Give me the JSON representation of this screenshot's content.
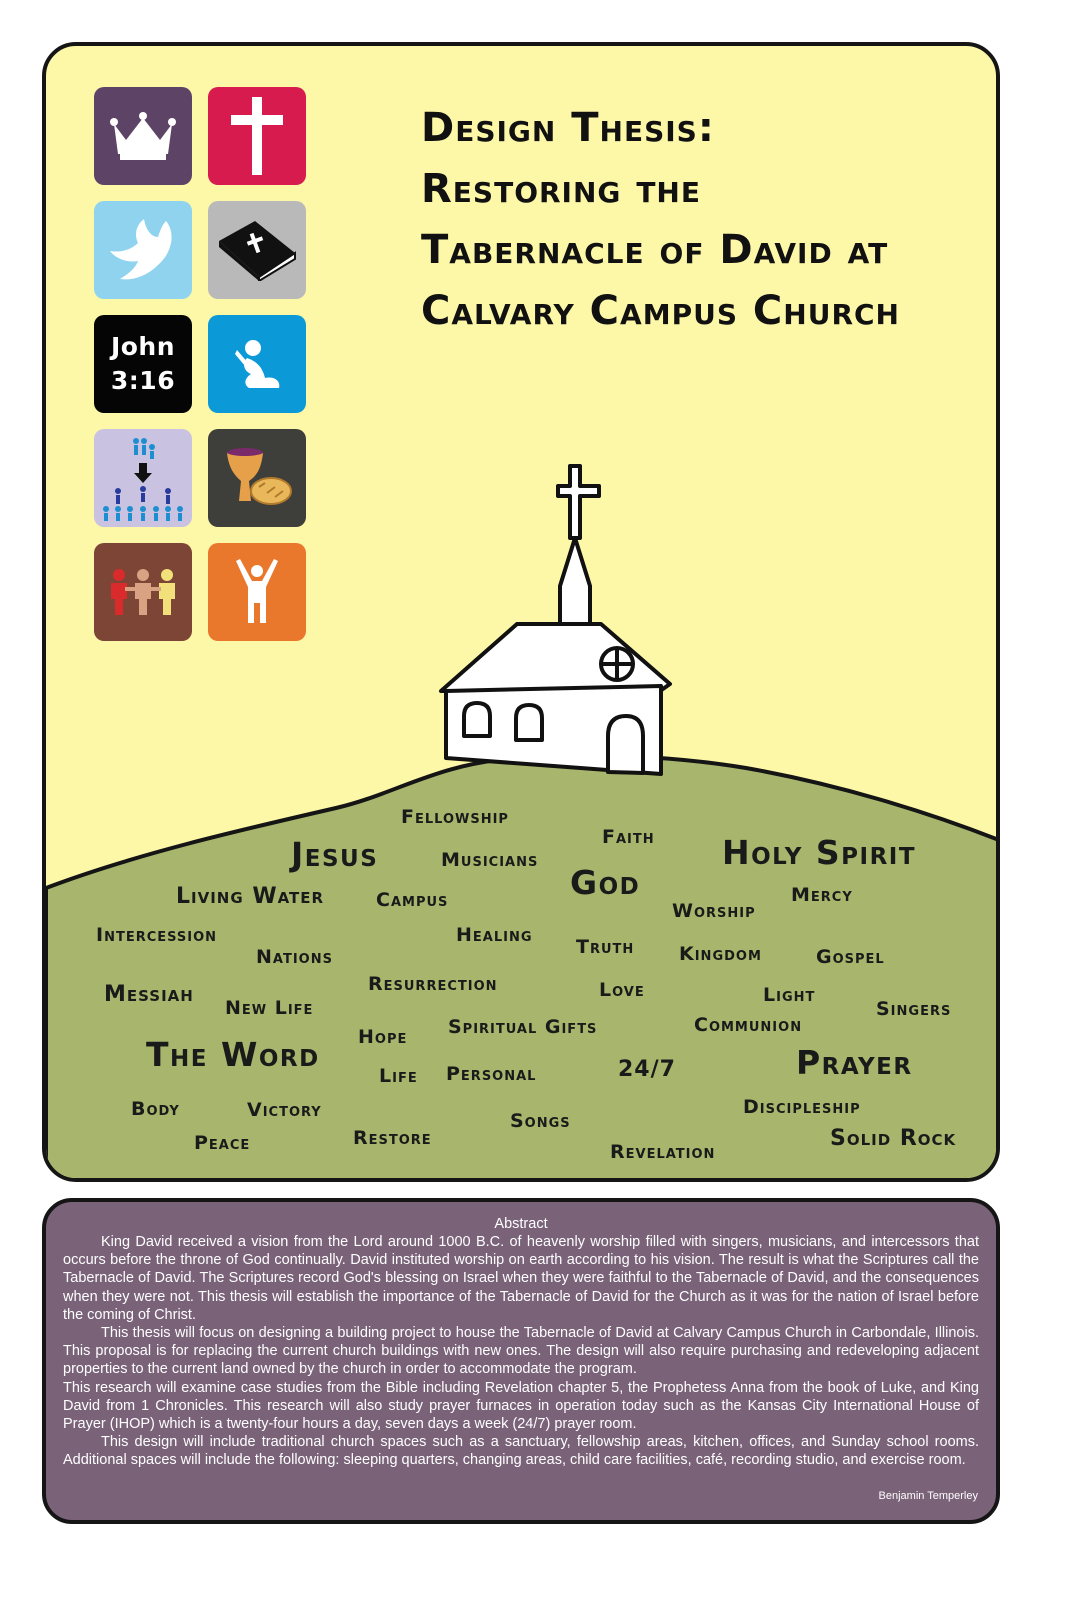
{
  "title": {
    "line1": "Design Thesis:",
    "line2": "Restoring the",
    "line3": "Tabernacle of David at",
    "line4": "Calvary Campus Church"
  },
  "icons": [
    {
      "name": "crown-icon",
      "bg": "#5d4466"
    },
    {
      "name": "cross-icon",
      "bg": "#d81b4f"
    },
    {
      "name": "dove-icon",
      "bg": "#8fd3ef"
    },
    {
      "name": "bible-icon",
      "bg": "#b9b9b9"
    },
    {
      "name": "john-316-tile",
      "bg": "#050505",
      "line1": "John",
      "line2": "3:16"
    },
    {
      "name": "praying-person-icon",
      "bg": "#0b9ad7"
    },
    {
      "name": "people-multiplying-icon",
      "bg": "#c9c3e1"
    },
    {
      "name": "communion-cup-bread-icon",
      "bg": "#3e3f3a"
    },
    {
      "name": "three-people-icon",
      "bg": "#7c4536"
    },
    {
      "name": "raised-hands-person-icon",
      "bg": "#e9782c"
    }
  ],
  "colors": {
    "sky": "#fdf7a8",
    "hill": "#a8b56c",
    "abstract_bg": "#7a6279",
    "border": "#151515"
  },
  "words": {
    "fellowship": "Fellowship",
    "faith": "Faith",
    "jesus": "Jesus",
    "musicians": "Musicians",
    "god": "God",
    "holy_spirit": "Holy Spirit",
    "living_water": "Living Water",
    "campus": "Campus",
    "worship": "Worship",
    "mercy": "Mercy",
    "intercession": "Intercession",
    "healing": "Healing",
    "truth": "Truth",
    "nations": "Nations",
    "kingdom": "Kingdom",
    "gospel": "Gospel",
    "messiah": "Messiah",
    "resurrection": "Resurrection",
    "love": "Love",
    "light": "Light",
    "new_life": "New Life",
    "singers": "Singers",
    "spiritual_gifts": "Spiritual Gifts",
    "communion": "Communion",
    "hope": "Hope",
    "the_word": "The Word",
    "prayer": "Prayer",
    "twenty_four_seven": "24/7",
    "life": "Life",
    "personal": "Personal",
    "body": "Body",
    "victory": "Victory",
    "discipleship": "Discipleship",
    "songs": "Songs",
    "restore": "Restore",
    "solid_rock": "Solid Rock",
    "peace": "Peace",
    "revelation": "Revelation"
  },
  "abstract": {
    "heading": "Abstract",
    "p1": "King David received a vision from the Lord around 1000 B.C. of heavenly worship filled with singers, musicians, and intercessors that occurs before the throne of God continually.  David instituted worship on earth according to his vision.  The result is what the Scriptures call the Tabernacle of David.    The Scriptures record God's blessing on Israel when they were faithful to the Tabernacle of David, and the consequences when they were not.  This thesis will establish the importance of the Tabernacle of David for the Church as it was for the nation of Israel before the coming of Christ.",
    "p2": "This thesis will focus on designing a building project to house the Tabernacle of David at Calvary Campus Church in Carbondale, Illinois.  This proposal is for replacing the current church buildings with new ones.  The design will also require purchasing and redeveloping adjacent properties to the current land owned by the church in order to accommodate the program.",
    "p3": "This research will examine case studies from the Bible including Revelation chapter 5, the Prophetess Anna from the book of Luke, and King David from 1 Chronicles.  This research will also study prayer furnaces in operation today such as the Kansas City International House of Prayer (IHOP) which is a twenty-four hours a day, seven days a week (24/7) prayer room.",
    "p4": "This design will include traditional church spaces such as a sanctuary, fellowship areas, kitchen, offices, and Sunday school rooms.  Additional spaces will include the following: sleeping quarters, changing areas, child care facilities, café, recording studio, and exercise room.",
    "author": "Benjamin Temperley"
  }
}
